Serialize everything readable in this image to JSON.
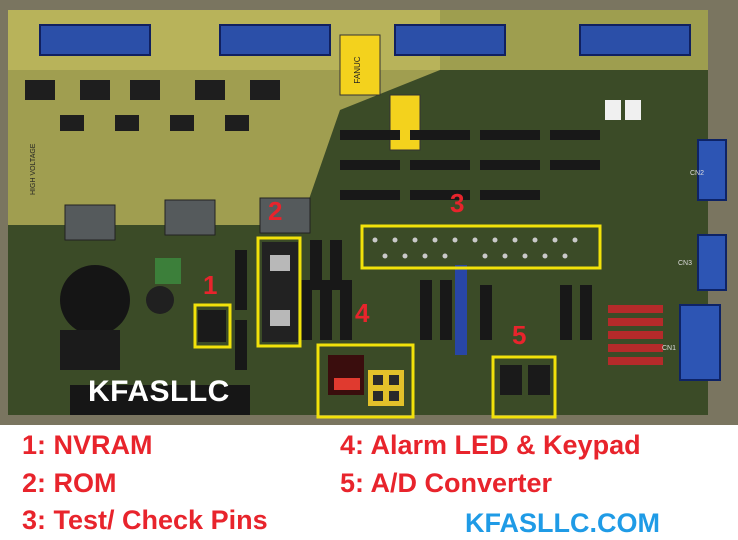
{
  "board": {
    "watermark": "KFASLLC",
    "callouts": [
      {
        "number": "1"
      },
      {
        "number": "2"
      },
      {
        "number": "3"
      },
      {
        "number": "4"
      },
      {
        "number": "5"
      }
    ],
    "connector_labels": {
      "cn1": "CN1",
      "cn2": "CN2",
      "cn3": "CN3",
      "fanuc": "FANUC",
      "high_voltage": "HIGH VOLTAGE"
    }
  },
  "legend": [
    {
      "label": "1: NVRAM"
    },
    {
      "label": "2: ROM"
    },
    {
      "label": "3: Test/ Check Pins"
    },
    {
      "label": "4: Alarm LED & Keypad"
    },
    {
      "label": "5: A/D Converter"
    }
  ],
  "website": "KFASLLC.COM",
  "colors": {
    "callout": "#e8242c",
    "highlight_box": "#f2e20a",
    "website": "#1f9be6",
    "pcb": "#3a4a26",
    "pcb_yellow": "#b8b25a"
  }
}
